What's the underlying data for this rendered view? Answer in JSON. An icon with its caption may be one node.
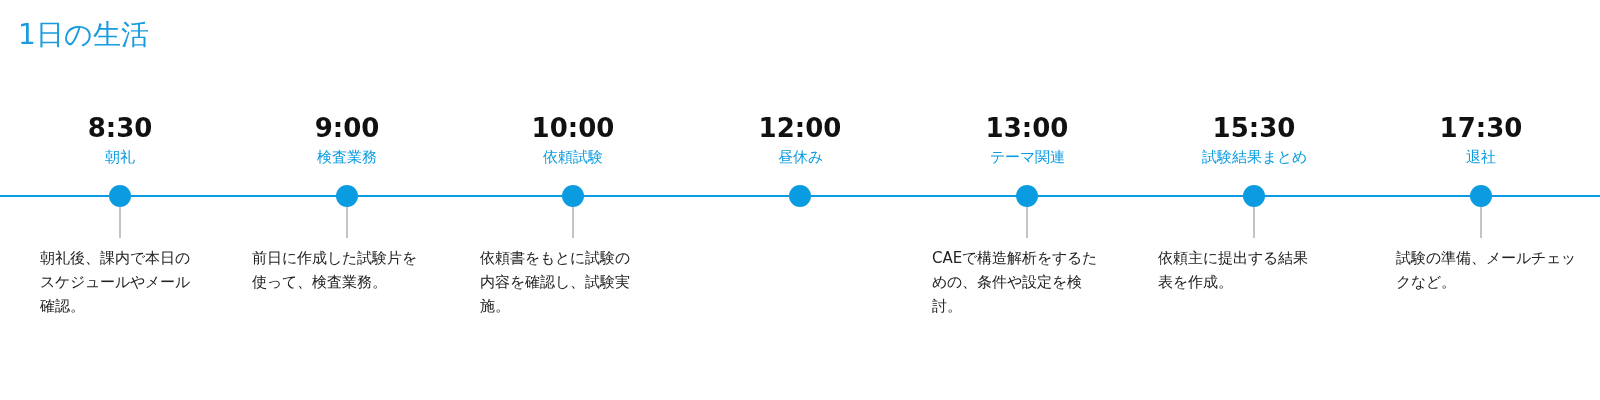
{
  "diagram": {
    "title": "1日の生活",
    "nodes": [
      {
        "text": [],
        "shape": "circle",
        "beside": [
          "8:30",
          "朝礼"
        ]
      },
      {
        "text": [],
        "shape": "circle",
        "beside": [
          "9:00",
          "検査業務"
        ]
      },
      {
        "text": [],
        "shape": "circle",
        "beside": [
          "10:00",
          "依頼試験"
        ]
      },
      {
        "text": [],
        "shape": "circle",
        "beside": [
          "12:00",
          "昼休み"
        ]
      },
      {
        "text": [],
        "shape": "circle",
        "beside": [
          "13:00",
          "テーマ関連"
        ]
      },
      {
        "text": [],
        "shape": "circle",
        "beside": [
          "15:30",
          "試験結果まとめ"
        ]
      },
      {
        "text": [],
        "shape": "circle",
        "beside": [
          "17:30",
          "退社"
        ]
      },
      {
        "text": [
          "朝礼後、課内で本日のスケジュールやメール確認。"
        ]
      },
      {
        "text": [
          "前日に作成した試験片を使って、検査業務。"
        ]
      },
      {
        "text": [
          "依頼書をもとに試験の内容を確認し、試験実施。"
        ]
      },
      {
        "text": [
          "CAEで構造解析をするための、条件や設定を検討。"
        ]
      },
      {
        "text": [
          "依頼主に提出する結果表を作成。"
        ]
      },
      {
        "text": [
          "試験の準備、メールチェックなど。"
        ]
      }
    ],
    "edges": [
      {
        "from": 7,
        "to": 0,
        "arrow": "none"
      },
      {
        "from": 8,
        "to": 1,
        "arrow": "none"
      },
      {
        "from": 9,
        "to": 2,
        "arrow": "none"
      },
      {
        "from": 10,
        "to": 4,
        "arrow": "none"
      },
      {
        "from": 11,
        "to": 5,
        "arrow": "none"
      },
      {
        "from": 12,
        "to": 6,
        "arrow": "none"
      }
    ]
  }
}
